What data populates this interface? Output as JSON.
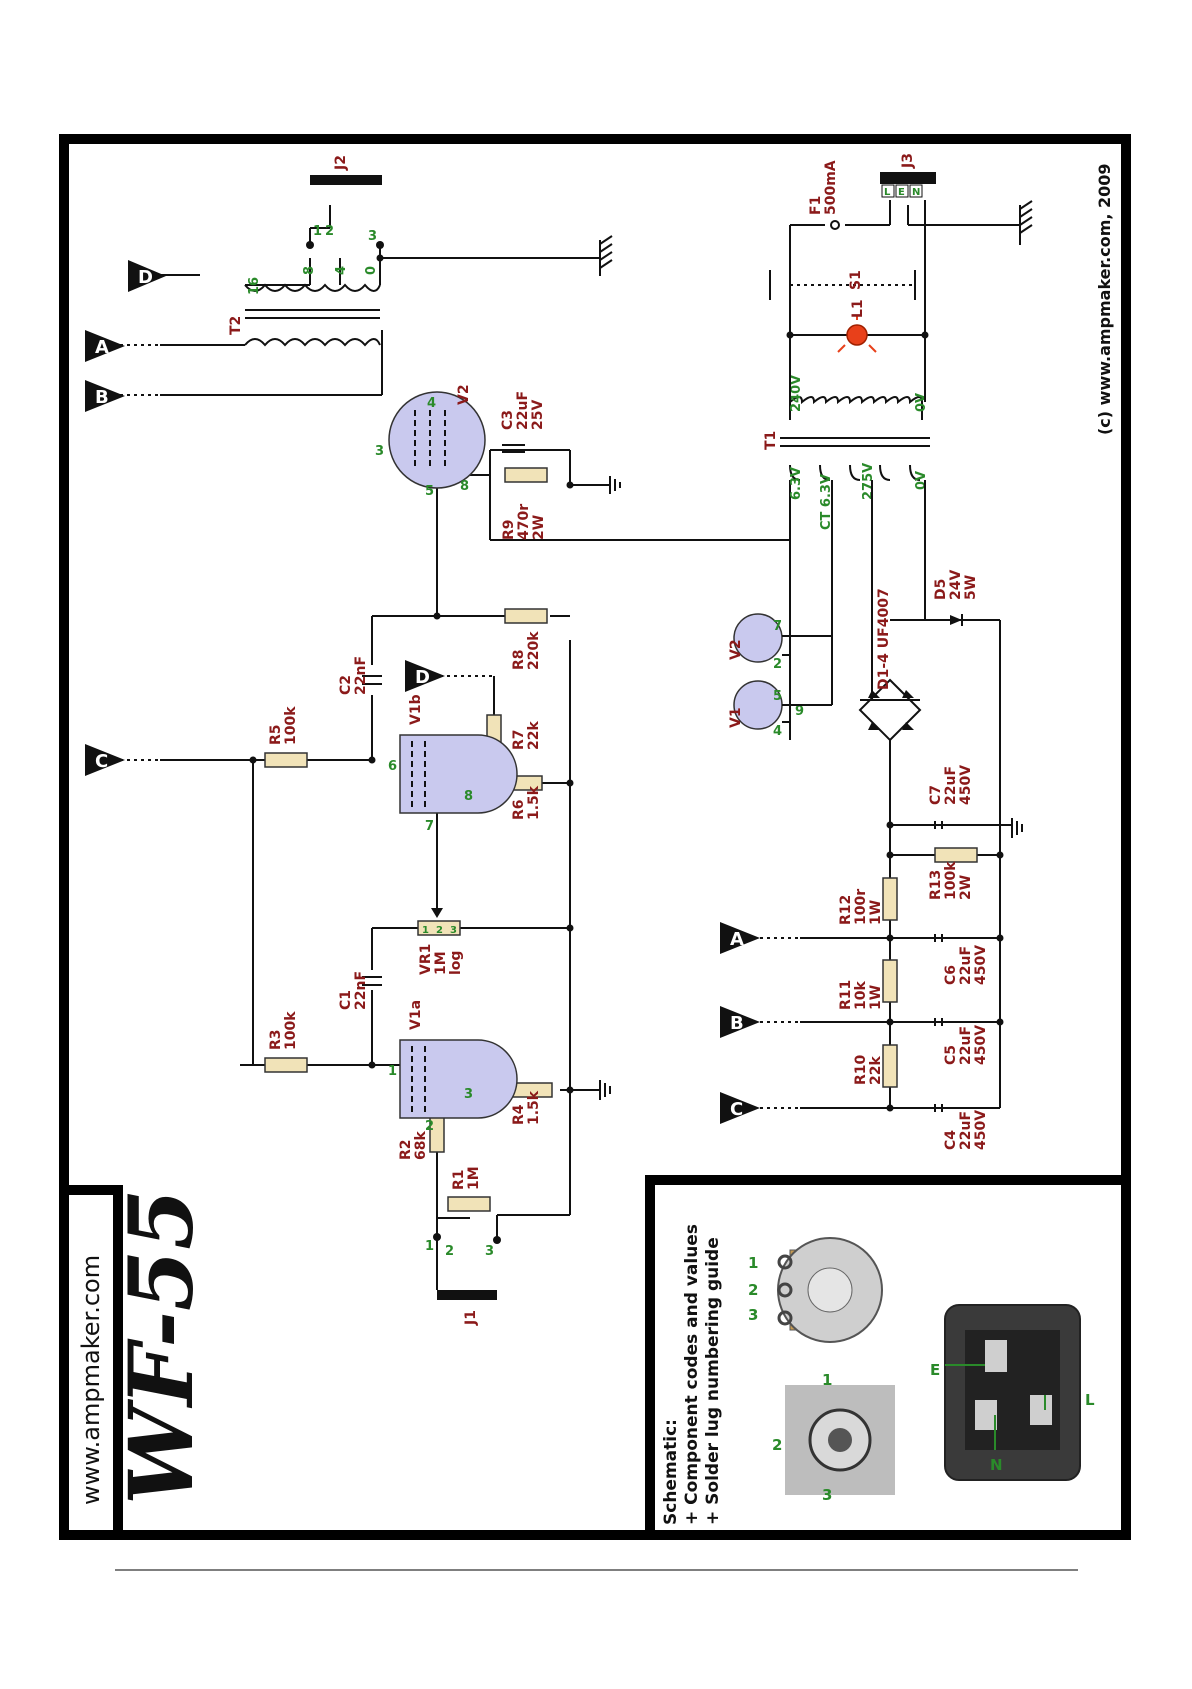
{
  "brand": {
    "site": "www.ampmaker.com",
    "model": "WF-55",
    "copyright": "(c)  www.ampmaker.com, 2009"
  },
  "legend": {
    "line1": "Schematic:",
    "line2": "+ Component codes and values",
    "line3": "+ Solder lug numbering guide"
  },
  "connectors": {
    "j1": "J1",
    "j2": "J2",
    "j3": "J3",
    "j3_l": "L",
    "j3_e": "E",
    "j3_n": "N"
  },
  "flags": {
    "a": "A",
    "b": "B",
    "c": "C",
    "d": "D"
  },
  "tubes": {
    "v1a": "V1a",
    "v1b": "V1b",
    "v2": "V2",
    "v1_heater": "V1",
    "v2_heater": "V2"
  },
  "resistors": {
    "r1": [
      "R1",
      "1M"
    ],
    "r2": [
      "R2",
      "68k"
    ],
    "r3": [
      "R3",
      "100k"
    ],
    "r4": [
      "R4",
      "1.5k"
    ],
    "r5": [
      "R5",
      "100k"
    ],
    "r6": [
      "R6",
      "1.5k"
    ],
    "r7": [
      "R7",
      "22k"
    ],
    "r8": [
      "R8",
      "220k"
    ],
    "r9": [
      "R9",
      "470r",
      "2W"
    ],
    "r10": [
      "R10",
      "22k"
    ],
    "r11": [
      "R11",
      "10k",
      "1W"
    ],
    "r12": [
      "R12",
      "100r",
      "1W"
    ],
    "r13": [
      "R13",
      "100k",
      "2W"
    ]
  },
  "capacitors": {
    "c1": [
      "C1",
      "22nF"
    ],
    "c2": [
      "C2",
      "22nF"
    ],
    "c3": [
      "C3",
      "22uF",
      "25V"
    ],
    "c4": [
      "C4",
      "22uF",
      "450V"
    ],
    "c5": [
      "C5",
      "22uF",
      "450V"
    ],
    "c6": [
      "C6",
      "22uF",
      "450V"
    ],
    "c7": [
      "C7",
      "22uF",
      "450V"
    ]
  },
  "pot": {
    "name": "VR1",
    "value": "1M",
    "taper": "log"
  },
  "transformers": {
    "t1": "T1",
    "t2": "T2",
    "t1_240": "240V",
    "t1_0p": "0V",
    "t1_63": "6.3V",
    "t1_ct": "CT 6.3V",
    "t1_275": "275V",
    "t1_0s": "0V",
    "t2_16": "16",
    "t2_8": "8",
    "t2_4": "4",
    "t2_0": "0"
  },
  "power": {
    "f1": [
      "F1",
      "500mA"
    ],
    "s1": "S1",
    "l1": "L1",
    "bridge": "D1-4 UF4007",
    "d5": [
      "D5",
      "24V",
      "5W"
    ]
  },
  "pins": {
    "v1a_1": "1",
    "v1a_2": "2",
    "v1a_3": "3",
    "v1b_6": "6",
    "v1b_7": "7",
    "v1b_8": "8",
    "v2_3": "3",
    "v2_4": "4",
    "v2_5": "5",
    "v2_8": "8",
    "h_v1_4": "4",
    "h_v1_5": "5",
    "h_v1_9": "9",
    "h_v2_2": "2",
    "h_v2_7": "7",
    "vr_1": "1",
    "vr_2": "2",
    "vr_3": "3",
    "j1_1": "1",
    "j1_2": "2",
    "j1_3": "3",
    "j2_1": "1",
    "j2_2": "2",
    "j2_3": "3"
  },
  "guide": {
    "pot_3": "3",
    "pot_2": "2",
    "pot_1": "1",
    "jack_1": "1",
    "jack_2": "2",
    "jack_3": "3",
    "iec_e": "E",
    "iec_n": "N",
    "iec_l": "L"
  }
}
